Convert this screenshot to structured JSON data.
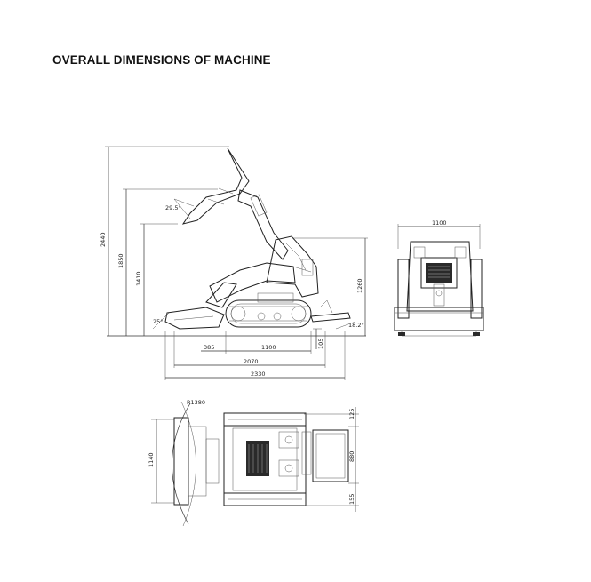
{
  "title": "OVERALL DIMENSIONS OF MACHINE",
  "side_view": {
    "height_total": "2440",
    "height_pin": "1850",
    "height_dump": "1410",
    "height_cab": "1260",
    "angle_rollback": "29.5°",
    "angle_bucket": "25°",
    "angle_departure": "18.2°",
    "ground_clear": "105",
    "len_front": "385",
    "len_track": "1100",
    "len_body": "2070",
    "len_total": "2330"
  },
  "front_view": {
    "width": "1100"
  },
  "top_view": {
    "radius": "R1380",
    "bucket_width": "1140",
    "track_top": "125",
    "gauge": "880",
    "track_bottom": "155"
  }
}
